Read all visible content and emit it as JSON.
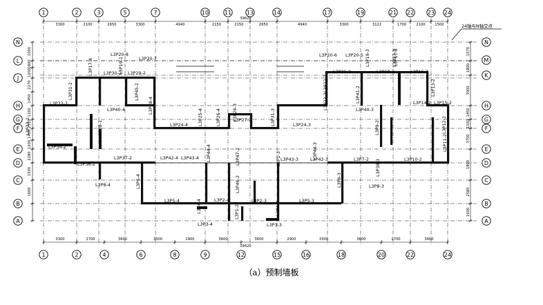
{
  "caption": "（a）预制墙板",
  "note": "24轴与N轴交点",
  "top_axes": [
    "1",
    "2",
    "3",
    "5",
    "7",
    "10",
    "11",
    "13",
    "14",
    "17",
    "19",
    "21",
    "22",
    "23",
    "24"
  ],
  "bottom_axes": [
    "1",
    "2",
    "4",
    "6",
    "8",
    "9",
    "12",
    "15",
    "16",
    "18",
    "20",
    "22",
    "24"
  ],
  "row_axes": [
    "N",
    "M",
    "L",
    "K",
    "J",
    "H",
    "G",
    "F",
    "E",
    "D",
    "C",
    "B",
    "A"
  ],
  "top_dims": [
    "3300",
    "2100",
    "2650",
    "3300",
    "4940",
    "2150",
    "2150",
    "2650",
    "4940",
    "3300",
    "3122",
    "1700",
    "2100",
    "1500"
  ],
  "top_total": "39620",
  "bottom_dims": [
    "3300",
    "2700",
    "3600",
    "3300",
    "2900",
    "3600",
    "3600",
    "2900",
    "3300",
    "3600",
    "2700",
    "3600"
  ],
  "bottom_total": "39620",
  "left_dims": [
    "1000",
    "1800",
    "1200",
    "2270",
    "1450",
    "1160",
    "2310",
    "1400",
    "1200",
    "2280",
    "1500",
    "1600"
  ],
  "right_dims": [
    "1570",
    "1800",
    "3000",
    "1450",
    "1160",
    "3700",
    "1800",
    "2580",
    "1600"
  ],
  "labels": [
    "L3P20-8",
    "L3P20-7",
    "L3P17-4",
    "L3P19-1",
    "L3P30-2",
    "L3P29-2",
    "L3P31-2",
    "L3P45-2",
    "L3P28-4",
    "L3P33-2",
    "L3P40-4",
    "L3P25-4",
    "L3P24-4",
    "L3P26-4",
    "L3P27-2",
    "L3P26-3",
    "L3P24-3",
    "L3P31-3",
    "L3P33-3",
    "L3P38-1",
    "L3P34-2",
    "L3P36-2",
    "L3P37-2",
    "L3P42-4",
    "L3P43-4",
    "L3P44-4",
    "L3P47-2",
    "L3P46-2",
    "L3P6-4",
    "L3P8-4",
    "L3P5-4",
    "L3P4-4",
    "L3P3-4",
    "L3P2-4",
    "L3P1-2",
    "L3P2-3",
    "L3P1-3",
    "L3P3-3",
    "L3P4-3",
    "L3P5-3",
    "L3P6-3",
    "L3P43-3",
    "L3P42-3",
    "L3P44-3",
    "L3P7-2",
    "L3P8-3",
    "L3P10-2",
    "L3P11-2",
    "L3P12-2",
    "L3P14-2",
    "L3P15-2",
    "L3P16-2",
    "L3P17-3",
    "L3P18-2",
    "L3P19-3",
    "L3P20-6",
    "L3P20-5",
    "L3P21-2",
    "L3P22-2",
    "L3P23-3",
    "L3P41-2",
    "L3P40-3",
    "L3P9-2",
    "L3P38-3",
    "L3P13-2",
    "L3P17-2"
  ]
}
